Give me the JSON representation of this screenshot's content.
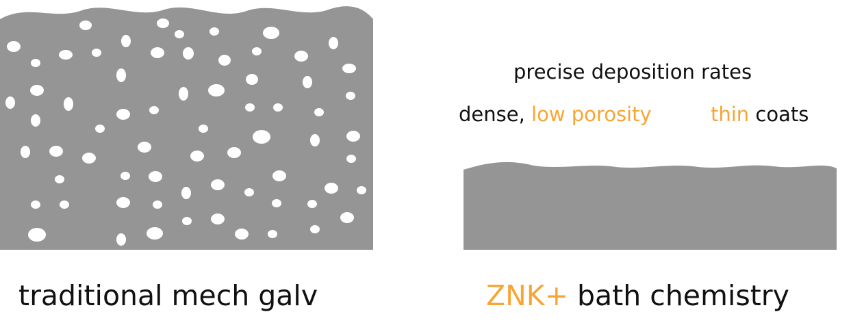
{
  "colors": {
    "layer": "#959595",
    "pore": "#ffffff",
    "accent": "#f7a535",
    "text": "#111111"
  },
  "left_panel": {
    "label": "traditional mech galv"
  },
  "right_panel": {
    "annotation_line1": "precise deposition rates",
    "annotation_line2_prefix": "dense, ",
    "annotation_line2_highlight": "low porosity",
    "annotation_line3_highlight": "thin",
    "annotation_line3_suffix": " coats",
    "label_highlight": "ZNK+",
    "label_rest": " bath chemistry"
  }
}
